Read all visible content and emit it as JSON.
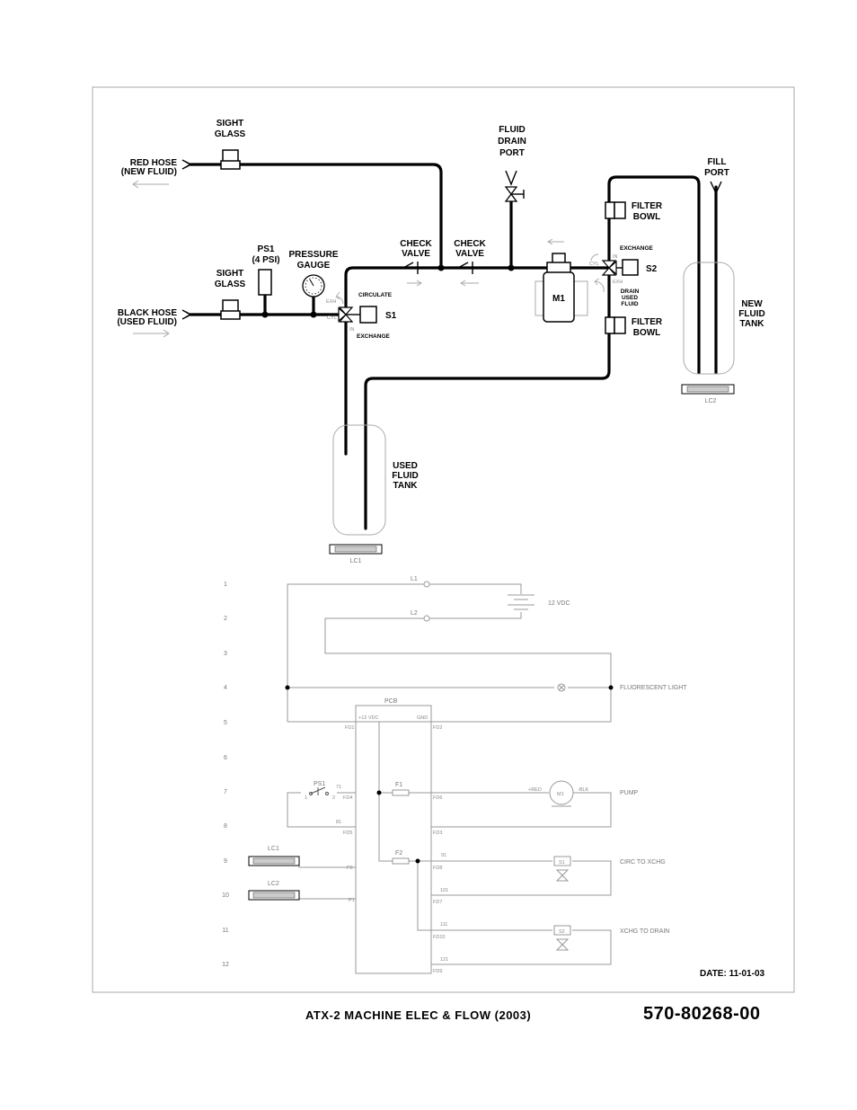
{
  "flow": {
    "sight_glass_1": [
      "SIGHT",
      "GLASS"
    ],
    "red_hose": [
      "RED HOSE",
      "(NEW FLUID)"
    ],
    "fluid_drain_port": [
      "FLUID",
      "DRAIN",
      "PORT"
    ],
    "fill_port": [
      "FILL",
      "PORT"
    ],
    "filter_bowl_1": [
      "FILTER",
      "BOWL"
    ],
    "filter_bowl_2": [
      "FILTER",
      "BOWL"
    ],
    "exchange_top": "EXCHANGE",
    "ps1": [
      "PS1",
      "(4 PSI)"
    ],
    "pressure_gauge": [
      "PRESSURE",
      "GAUGE"
    ],
    "check_valve_1": [
      "CHECK",
      "VALVE"
    ],
    "check_valve_2": [
      "CHECK",
      "VALVE"
    ],
    "sight_glass_2": [
      "SIGHT",
      "GLASS"
    ],
    "black_hose": [
      "BLACK HOSE",
      "(USED FLUID)"
    ],
    "circulate": "CIRCULATE",
    "exchange_s1": "EXCHANGE",
    "s1": "S1",
    "s2": "S2",
    "m1": "M1",
    "drain_used_fluid": [
      "DRAIN",
      "USED",
      "FLUID"
    ],
    "new_fluid_tank": [
      "NEW",
      "FLUID",
      "TANK"
    ],
    "used_fluid_tank": [
      "USED",
      "FLUID",
      "TANK"
    ],
    "lc1_tag": "LC1",
    "lc2_tag": "LC2",
    "port_exh": "EXH",
    "port_cyl": "CYL",
    "port_in": "IN"
  },
  "electrical": {
    "rows": [
      "1",
      "2",
      "3",
      "4",
      "5",
      "6",
      "7",
      "8",
      "9",
      "10",
      "11",
      "12"
    ],
    "l1": "L1",
    "l2": "L2",
    "battery": "12 VDC",
    "fluorescent": "FLUORESCENT LIGHT",
    "pcb": "PCB",
    "pcb_12v": "+12 VDC",
    "pcb_gnd": "GND",
    "f1": "F1",
    "f2": "F2",
    "ps1": "PS1",
    "pump": "PUMP",
    "pump_red": "+RED",
    "pump_blk": "-BLK",
    "m1": "M1",
    "circ_to_xchg": "CIRC TO XCHG",
    "xchg_to_drain": "XCHG TO DRAIN",
    "s1": "S1",
    "s2": "S2",
    "lc1": "LC1",
    "lc2": "LC2",
    "wire_71": "71",
    "wire_81": "81",
    "wire_91": "91",
    "wire_101": "101",
    "wire_111": "111",
    "wire_121": "121",
    "pin_fd1": "FD1",
    "pin_fd2": "FD2",
    "pin_fd3": "FD3",
    "pin_fd4": "FD4",
    "pin_fd5": "FD5",
    "pin_fd6": "FD6",
    "pin_fd7": "FD7",
    "pin_fd8": "FD8",
    "pin_fd9": "FD9",
    "pin_fd10": "FD10",
    "pin_p1": "P1",
    "pin_p2": "P2",
    "sw_1": "1",
    "sw_2": "2"
  },
  "footer": {
    "date": "DATE: 11-01-03",
    "title": "ATX-2 MACHINE ELEC & FLOW (2003)",
    "part_number": "570-80268-00"
  }
}
